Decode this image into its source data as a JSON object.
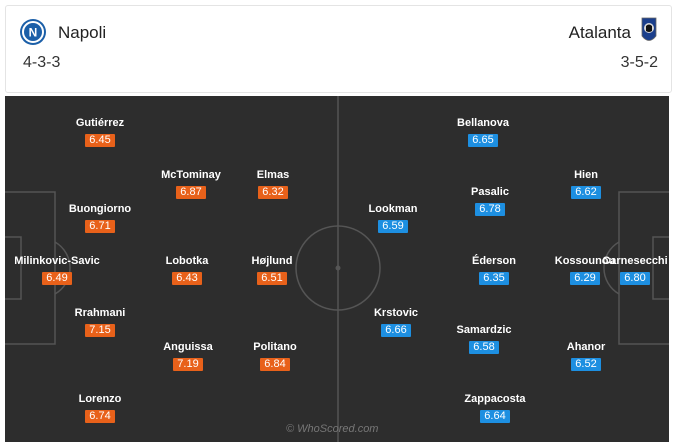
{
  "home": {
    "name": "Napoli",
    "formation": "4-3-3",
    "color": "#e8611a",
    "badge_icon": "napoli-crest-icon",
    "players": [
      {
        "name": "Gutiérrez",
        "rating": "6.45"
      },
      {
        "name": "McTominay",
        "rating": "6.87"
      },
      {
        "name": "Elmas",
        "rating": "6.32"
      },
      {
        "name": "Buongiorno",
        "rating": "6.71"
      },
      {
        "name": "Milinkovic-Savic",
        "rating": "6.49"
      },
      {
        "name": "Lobotka",
        "rating": "6.43"
      },
      {
        "name": "Højlund",
        "rating": "6.51"
      },
      {
        "name": "Rrahmani",
        "rating": "7.15"
      },
      {
        "name": "Anguissa",
        "rating": "7.19"
      },
      {
        "name": "Politano",
        "rating": "6.84"
      },
      {
        "name": "Lorenzo",
        "rating": "6.74"
      }
    ]
  },
  "away": {
    "name": "Atalanta",
    "formation": "3-5-2",
    "color": "#1d8fe1",
    "badge_icon": "atalanta-crest-icon",
    "players": [
      {
        "name": "Bellanova",
        "rating": "6.65"
      },
      {
        "name": "Hien",
        "rating": "6.62"
      },
      {
        "name": "Pasalic",
        "rating": "6.78"
      },
      {
        "name": "Lookman",
        "rating": "6.59"
      },
      {
        "name": "Éderson",
        "rating": "6.35"
      },
      {
        "name": "Kossounou",
        "rating": "6.29"
      },
      {
        "name": "Carnesecchi",
        "rating": "6.80"
      },
      {
        "name": "Krstovic",
        "rating": "6.66"
      },
      {
        "name": "Samardzic",
        "rating": "6.58"
      },
      {
        "name": "Ahanor",
        "rating": "6.52"
      },
      {
        "name": "Zappacosta",
        "rating": "6.64"
      }
    ]
  },
  "watermark": "© WhoScored.com",
  "pitch_color": "#2d2d2d"
}
